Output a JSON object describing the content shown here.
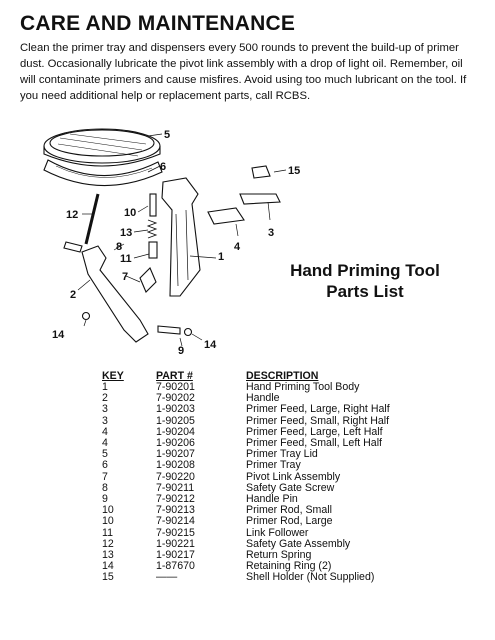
{
  "heading": "CARE AND MAINTENANCE",
  "intro_text": "Clean the primer tray and dispensers every 500 rounds to prevent the build-up of primer dust. Occasionally lubricate the pivot link assembly with a drop of light oil. Remember, oil will contaminate primers and cause misfires. Avoid using too much lubricant on the tool. If you need additional help or replacement parts, call RCBS.",
  "diagram": {
    "callouts": [
      "1",
      "2",
      "3",
      "4",
      "5",
      "6",
      "7",
      "8",
      "9",
      "10",
      "11",
      "12",
      "13",
      "14",
      "14",
      "15"
    ]
  },
  "parts_list_title_line1": "Hand Priming Tool",
  "parts_list_title_line2": "Parts List",
  "parts_table": {
    "headers": {
      "key": "KEY",
      "part": "PART #",
      "description": "DESCRIPTION"
    },
    "rows": [
      {
        "key": "1",
        "part": "7-90201",
        "description": "Hand Priming Tool Body"
      },
      {
        "key": "2",
        "part": "7-90202",
        "description": "Handle"
      },
      {
        "key": "3",
        "part": "1-90203",
        "description": "Primer Feed, Large, Right Half"
      },
      {
        "key": "3",
        "part": "1-90205",
        "description": "Primer Feed, Small, Right Half"
      },
      {
        "key": "4",
        "part": "1-90204",
        "description": "Primer Feed, Large, Left Half"
      },
      {
        "key": "4",
        "part": "1-90206",
        "description": "Primer Feed, Small, Left Half"
      },
      {
        "key": "5",
        "part": "1-90207",
        "description": "Primer Tray Lid"
      },
      {
        "key": "6",
        "part": "1-90208",
        "description": "Primer Tray"
      },
      {
        "key": "7",
        "part": "7-90220",
        "description": "Pivot Link Assembly"
      },
      {
        "key": "8",
        "part": "7-90211",
        "description": "Safety Gate Screw"
      },
      {
        "key": "9",
        "part": "7-90212",
        "description": "Handle Pin"
      },
      {
        "key": "10",
        "part": "7-90213",
        "description": "Primer Rod, Small"
      },
      {
        "key": "10",
        "part": "7-90214",
        "description": "Primer Rod, Large"
      },
      {
        "key": "11",
        "part": "7-90215",
        "description": "Link Follower"
      },
      {
        "key": "12",
        "part": "1-90221",
        "description": "Safety Gate Assembly"
      },
      {
        "key": "13",
        "part": "1-90217",
        "description": "Return Spring"
      },
      {
        "key": "14",
        "part": "1-87670",
        "description": "Retaining Ring (2)"
      },
      {
        "key": "15",
        "part": "——",
        "description": "Shell Holder (Not Supplied)"
      }
    ]
  }
}
